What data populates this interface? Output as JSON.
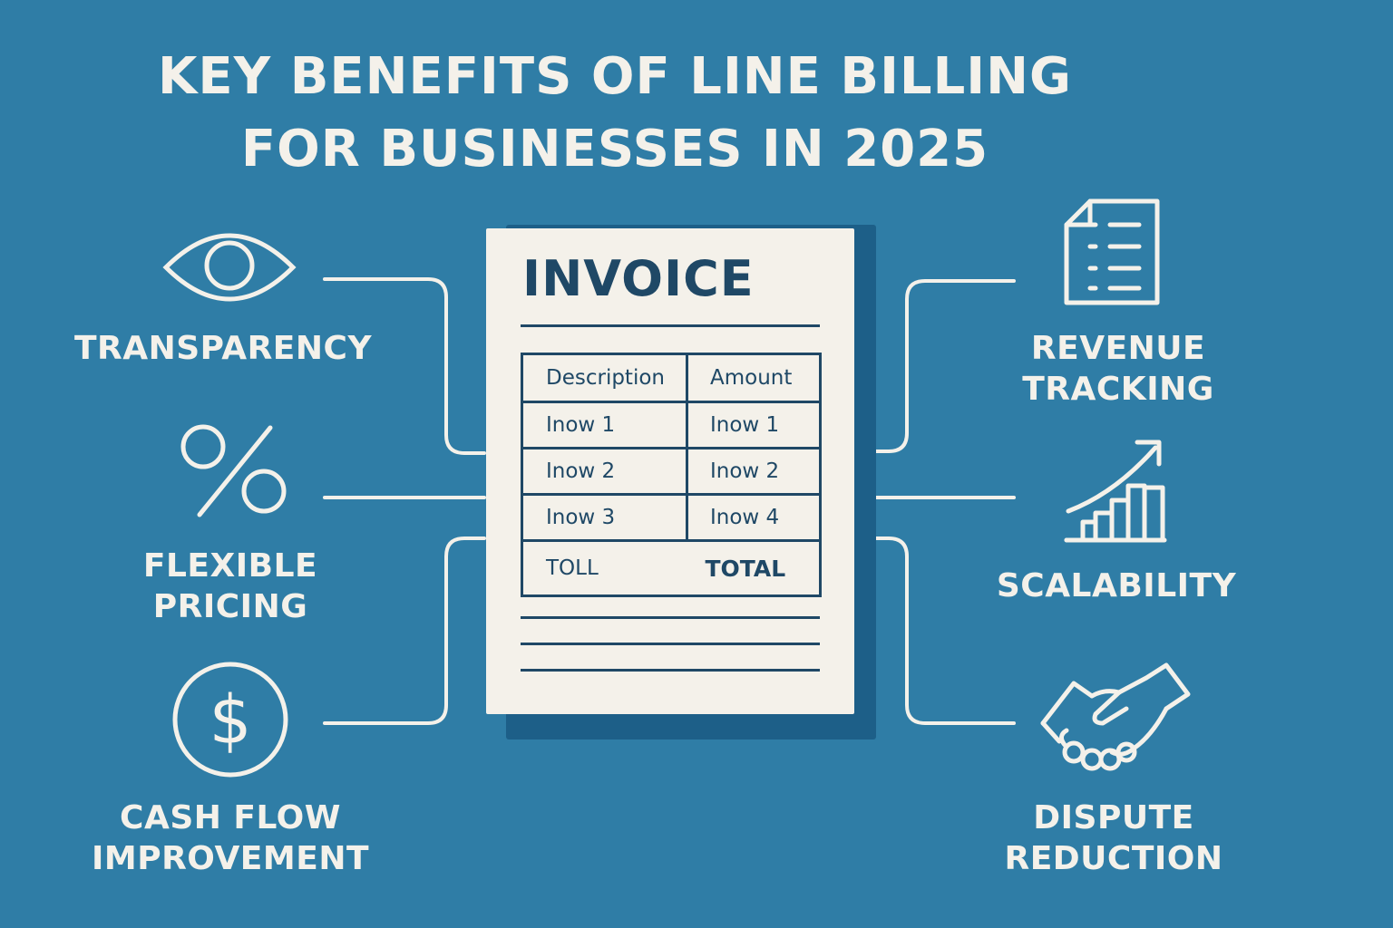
{
  "title": {
    "line1": "KEY BENEFITS OF LINE BILLING",
    "line2": "FOR BUSINESSES IN 2025"
  },
  "invoice": {
    "heading": "INVOICE",
    "columns": [
      "Description",
      "Amount"
    ],
    "rows": [
      [
        "Inow 1",
        "Inow 1"
      ],
      [
        "Inow 2",
        "Inow 2"
      ],
      [
        "Inow 3",
        "Inow 4"
      ]
    ],
    "total_label": "TOLL",
    "total_value": "TOTAL"
  },
  "benefits": {
    "transparency": {
      "lines": [
        "TRANSPARENCY"
      ],
      "icon": "eye-icon"
    },
    "flexible_pricing": {
      "lines": [
        "FLEXIBLE",
        "PRICING"
      ],
      "icon": "percent-icon"
    },
    "cash_flow": {
      "lines": [
        "CASH FLOW",
        "IMPROVEMENT"
      ],
      "icon": "dollar-icon"
    },
    "revenue_tracking": {
      "lines": [
        "REVENUE",
        "TRACKING"
      ],
      "icon": "checklist-icon"
    },
    "scalability": {
      "lines": [
        "SCALABILITY"
      ],
      "icon": "growth-chart-icon"
    },
    "dispute_reduction": {
      "lines": [
        "DISPUTE",
        "REDUCTION"
      ],
      "icon": "handshake-icon"
    }
  },
  "colors": {
    "background": "#2f7da6",
    "foreground": "#f4f1ea",
    "invoice_ink": "#1f4866",
    "invoice_shadow": "#1d5f88"
  }
}
